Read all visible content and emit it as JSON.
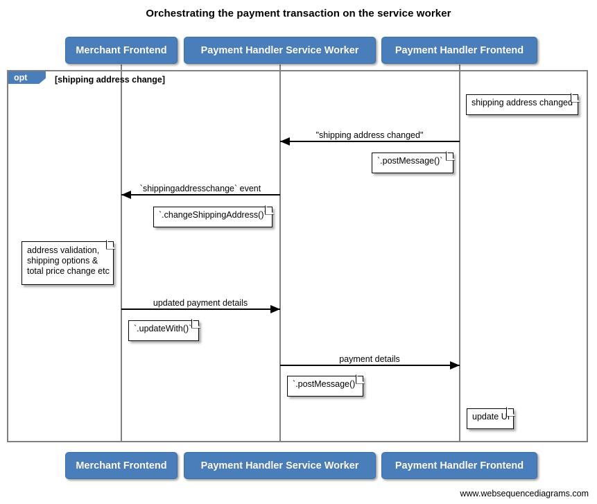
{
  "diagram": {
    "title": "Orchestrating the payment transaction on the service worker",
    "footer": "www.websequencediagrams.com",
    "colors": {
      "participant_fill": "#4a7ebb",
      "participant_border": "#3b6ea5",
      "participant_text": "#ffffff",
      "lifeline": "#808080",
      "frame_border": "#808080",
      "note_fill": "#ffffff",
      "note_border": "#000000",
      "arrow": "#000000",
      "background": "#ffffff"
    }
  },
  "participants": [
    {
      "id": "merchant-frontend",
      "label": "Merchant Frontend"
    },
    {
      "id": "payment-handler-service-worker",
      "label": "Payment Handler Service Worker"
    },
    {
      "id": "payment-handler-frontend",
      "label": "Payment Handler Frontend"
    }
  ],
  "fragment": {
    "type": "opt",
    "operator_label": "opt",
    "guard": "[shipping address change]"
  },
  "messages": [
    {
      "id": "shipping-address-changed",
      "label": "\"shipping address changed\"",
      "from": "payment-handler-frontend",
      "to": "payment-handler-service-worker",
      "direction": "left"
    },
    {
      "id": "shippingaddresschange-event",
      "label": "`shippingaddresschange` event",
      "from": "payment-handler-service-worker",
      "to": "merchant-frontend",
      "direction": "left"
    },
    {
      "id": "updated-payment-details",
      "label": "updated payment details",
      "from": "merchant-frontend",
      "to": "payment-handler-service-worker",
      "direction": "right"
    },
    {
      "id": "payment-details",
      "label": "payment details",
      "from": "payment-handler-service-worker",
      "to": "payment-handler-frontend",
      "direction": "right"
    }
  ],
  "notes": [
    {
      "id": "note-shipping-address-changed",
      "lines": [
        "shipping address changed"
      ],
      "over": "payment-handler-frontend"
    },
    {
      "id": "note-post-message-1",
      "lines": [
        "`.postMessage()`"
      ],
      "over": "payment-handler-frontend"
    },
    {
      "id": "note-change-shipping-address",
      "lines": [
        "`.changeShippingAddress()`"
      ],
      "over": "payment-handler-service-worker"
    },
    {
      "id": "note-address-validation",
      "lines": [
        "address validation,",
        "shipping options &",
        "total price change etc"
      ],
      "over": "merchant-frontend"
    },
    {
      "id": "note-update-with",
      "lines": [
        "`.updateWith()`"
      ],
      "over": "merchant-frontend"
    },
    {
      "id": "note-post-message-2",
      "lines": [
        "`.postMessage()`"
      ],
      "over": "payment-handler-service-worker"
    },
    {
      "id": "note-update-ui",
      "lines": [
        "update UI"
      ],
      "over": "payment-handler-frontend"
    }
  ]
}
